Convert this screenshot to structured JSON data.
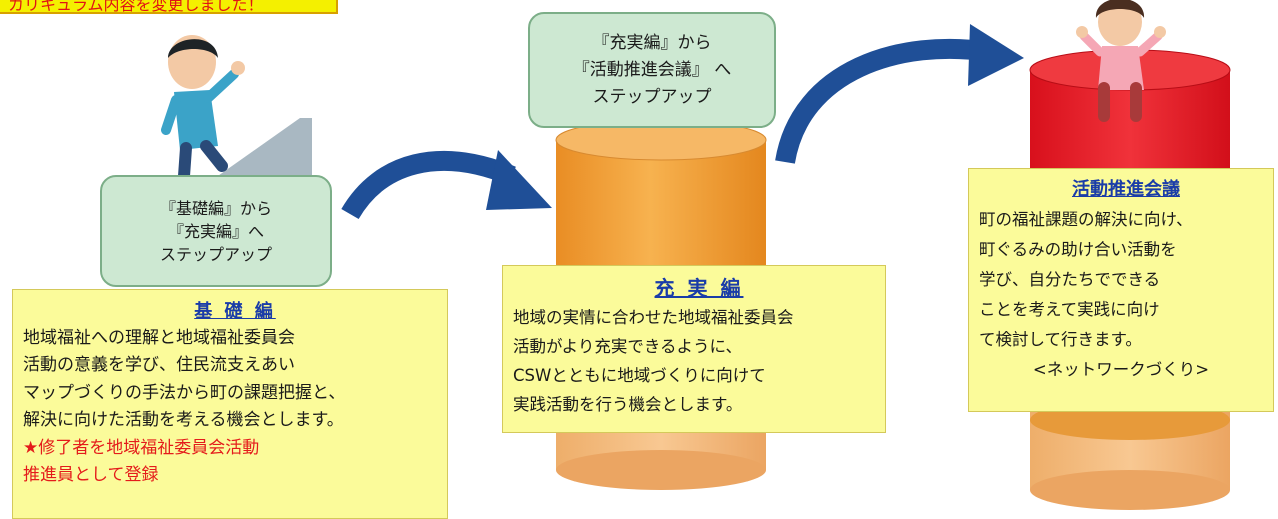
{
  "notice": {
    "text": "カリキュラム内容を変更しました！"
  },
  "step1": {
    "lines": [
      "『基礎編』から",
      "『充実編』へ",
      "ステップアップ"
    ]
  },
  "step2": {
    "lines": [
      "『充実編』から",
      "『活動推進会議』 へ",
      "ステップアップ"
    ]
  },
  "kiso": {
    "title": "基 礎 編",
    "lines": [
      "地域福祉への理解と地域福祉委員会",
      "活動の意義を学び、住民流支えあい",
      "マップづくりの手法から町の課題把握と、",
      "解決に向けた活動を考える機会とします。"
    ],
    "highlight": [
      "★修了者を地域福祉委員会活動",
      "推進員として登録"
    ]
  },
  "jujitsu": {
    "title": "充 実 編",
    "lines": [
      "地域の実情に合わせた地域福祉委員会",
      "活動がより充実できるように、",
      "CSWとともに地域づくりに向けて",
      "実践活動を行う機会とします。"
    ]
  },
  "katsudo": {
    "title": "活動推進会議",
    "lines": [
      "町の福祉課題の解決に向け、",
      "町ぐるみの助け合い活動を",
      "学び、自分たちでできる",
      "ことを考えて実践に向け",
      "て検討して行きます。"
    ],
    "closing": "<ネットワークづくり>"
  },
  "colors": {
    "step_box": "#cde8d2",
    "content_box": "#fbfb9a",
    "title_blue": "#1a3ca8",
    "highlight_red": "#e41b1b",
    "arrow_blue": "#1f4f97",
    "cylinder_orange": "#f2a040",
    "cylinder_red": "#e8202a"
  }
}
